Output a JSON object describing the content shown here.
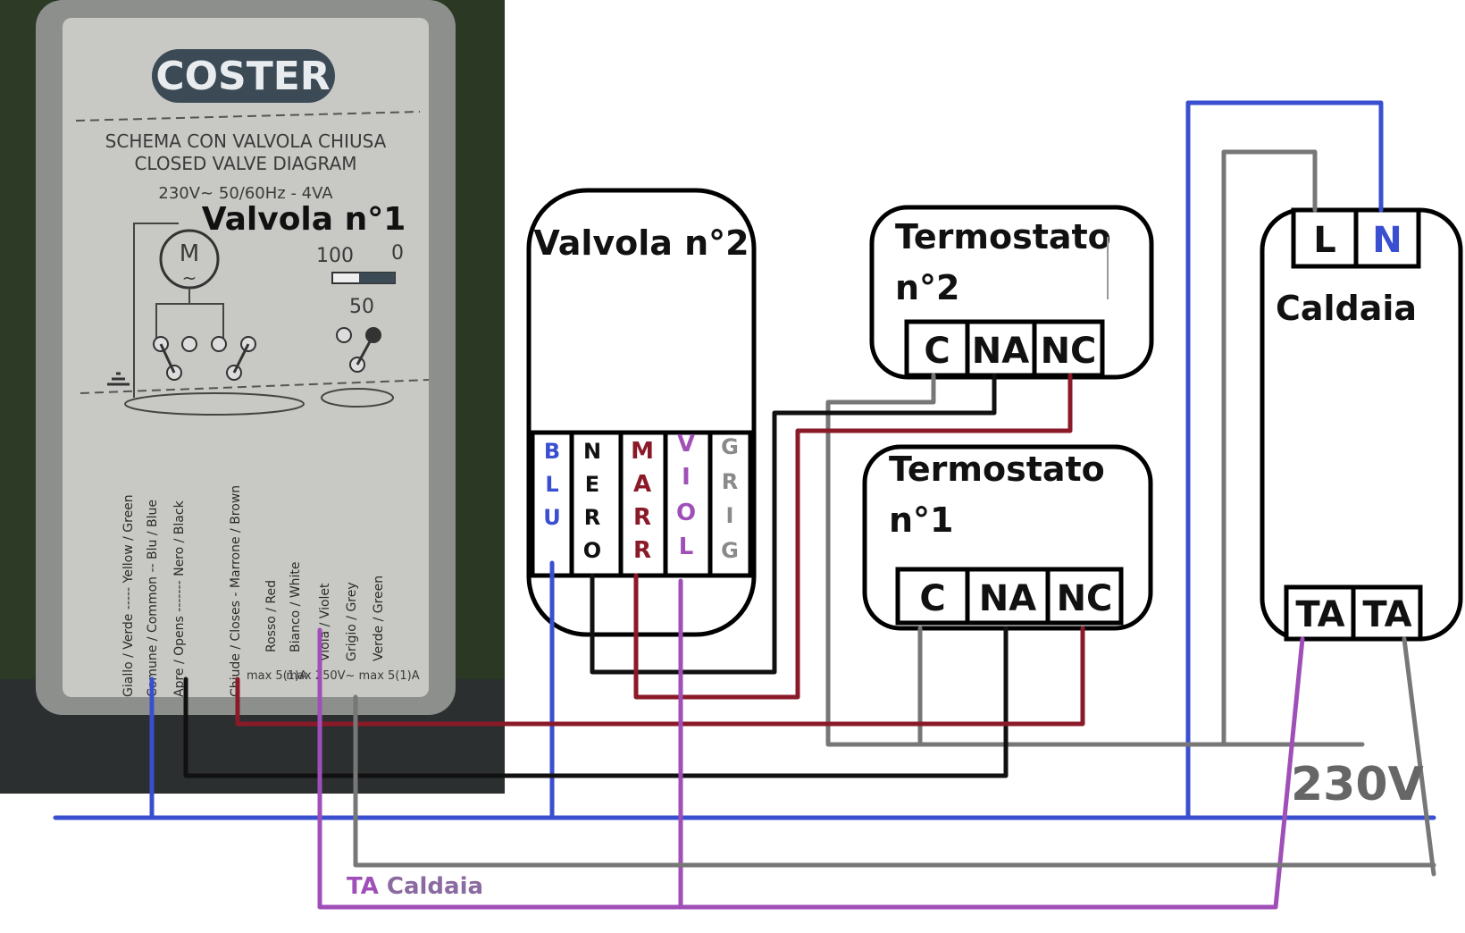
{
  "colors": {
    "blue": "#3a4fd0",
    "black": "#111111",
    "brown": "#8b1a28",
    "violet": "#a04fb8",
    "grey": "#777777",
    "dark_grey": "#666666"
  },
  "photo": {
    "brand": "COSTER",
    "schema_it": "SCHEMA CON VALVOLA CHIUSA",
    "schema_en": "CLOSED VALVE DIAGRAM",
    "spec": "230V~ 50/60Hz - 4VA",
    "title": "Valvola n°1",
    "motor": "M",
    "motor_sub": "~",
    "pos_100": "100",
    "pos_0": "0",
    "pos_50": "50",
    "wires": [
      "Giallo / Verde ----- Yellow / Green",
      "Comune / Common -- Blu / Blue",
      "Apre / Opens ------- Nero / Black",
      "Chiude / Closes - Marrone / Brown",
      "Rosso / Red",
      "Bianco / White",
      "Viola / Violet",
      "Grigio / Grey",
      "Verde / Green"
    ],
    "rating_1": "max 5(1)A",
    "rating_2": "max 250V~ max 5(1)A"
  },
  "valve2": {
    "title": "Valvola n°2",
    "terminals": [
      {
        "letters": [
          "B",
          "L",
          "U"
        ],
        "color": "#3a4fd0"
      },
      {
        "letters": [
          "N",
          "E",
          "R",
          "O"
        ],
        "color": "#111111"
      },
      {
        "letters": [
          "M",
          "A",
          "R",
          "R"
        ],
        "color": "#8b1a28"
      },
      {
        "letters": [
          "V",
          "I",
          "O",
          "L"
        ],
        "color": "#a04fb8"
      },
      {
        "letters": [
          "G",
          "R",
          "I",
          "G"
        ],
        "color": "#8a8a8a"
      }
    ]
  },
  "thermostat2": {
    "title_line1": "Termostato",
    "title_line2": "n°2",
    "terminals": [
      "C",
      "NA",
      "NC"
    ]
  },
  "thermostat1": {
    "title_line1": "Termostato",
    "title_line2": "n°1",
    "terminals": [
      "C",
      "NA",
      "NC"
    ]
  },
  "boiler": {
    "title": "Caldaia",
    "top_terminals": [
      "L",
      "N"
    ],
    "bottom_terminals": [
      "TA",
      "TA"
    ]
  },
  "mains_label": "230V",
  "ta_label_prefix": "TA",
  "ta_label_suffix": " Caldaia"
}
